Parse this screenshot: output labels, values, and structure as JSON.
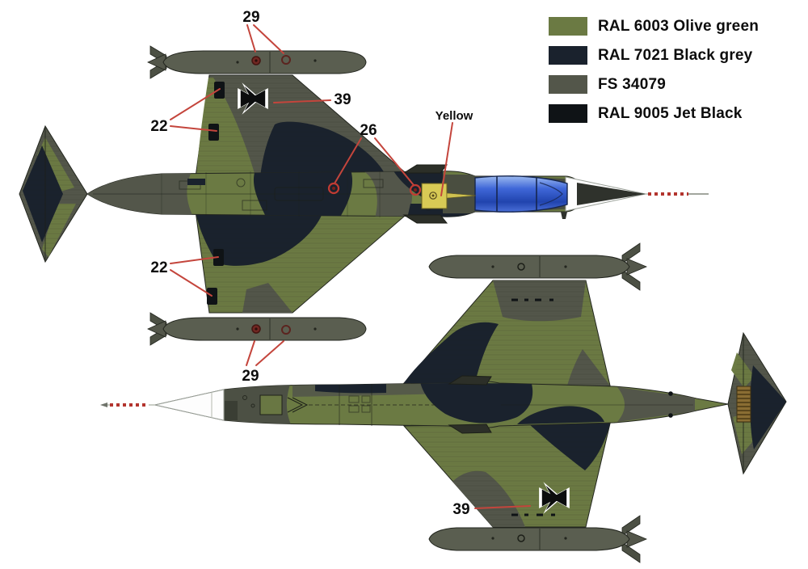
{
  "legend": {
    "items": [
      {
        "label": "RAL 6003 Olive green",
        "color": "#6b7a43"
      },
      {
        "label": "RAL 7021 Black grey",
        "color": "#1a222d"
      },
      {
        "label": "FS 34079",
        "color": "#53564a"
      },
      {
        "label": "RAL 9005 Jet Black",
        "color": "#0f1316"
      }
    ]
  },
  "callouts": {
    "top_view": {
      "tip_tank_upper": "29",
      "wing_upper": "39",
      "wing_upper_panels": "22",
      "fuselage_spine": "26",
      "canopy_rear_panel": "Yellow",
      "wing_lower_panels": "22",
      "tip_tank_lower": "29"
    },
    "bottom_view": {
      "wing_lower": "39"
    }
  },
  "palette": {
    "olive_green": "#6b7a43",
    "black_grey": "#1a222d",
    "fs_34079": "#53564a",
    "jet_black": "#0f1316",
    "canopy_blue": "#2a50c0",
    "panel_yellow": "#d8ca55",
    "leader_line_red": "#c4453c"
  }
}
